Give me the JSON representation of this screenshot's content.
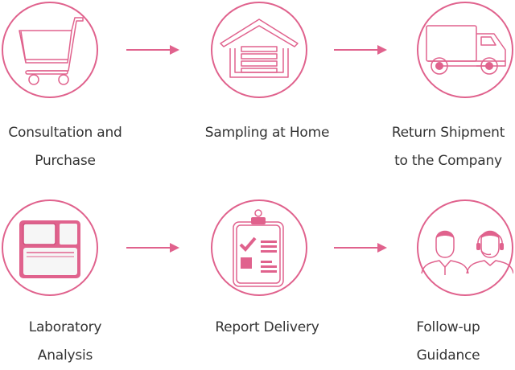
{
  "accent": "#e0628d",
  "steps": [
    {
      "icon": "shopping-cart-icon",
      "lines": [
        "Consultation and",
        "Purchase"
      ]
    },
    {
      "icon": "house-garage-icon",
      "lines": [
        "Sampling at Home",
        ""
      ]
    },
    {
      "icon": "delivery-truck-icon",
      "lines": [
        "Return Shipment",
        "to the Company"
      ]
    },
    {
      "icon": "lab-instrument-icon",
      "lines": [
        "Laboratory",
        "Analysis"
      ]
    },
    {
      "icon": "clipboard-checklist-icon",
      "lines": [
        "Report Delivery",
        ""
      ]
    },
    {
      "icon": "support-agents-icon",
      "lines": [
        "Follow-up",
        "Guidance"
      ]
    }
  ]
}
